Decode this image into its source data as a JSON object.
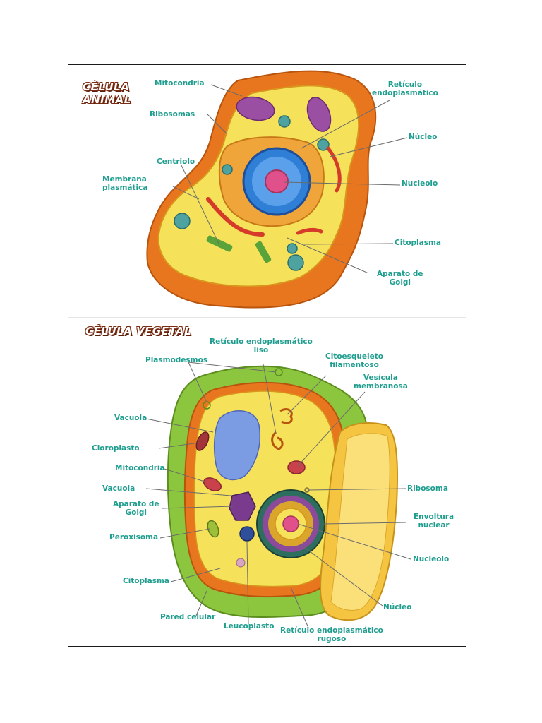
{
  "animal": {
    "title_line1": "CÉLULA",
    "title_line2": "ANIMAL",
    "labels": {
      "mitocondria": "Mitocondria",
      "ribosomas": "Ribosomas",
      "centriolo": "Centriolo",
      "membrana_l1": "Membrana",
      "membrana_l2": "plasmática",
      "reticulo_l1": "Retículo",
      "reticulo_l2": "endoplasmático",
      "nucleo": "Núcleo",
      "nucleolo": "Nucleolo",
      "citoplasma": "Citoplasma",
      "golgi_l1": "Aparato de",
      "golgi_l2": "Golgi"
    }
  },
  "vegetal": {
    "title": "CÉLULA VEGETAL",
    "labels": {
      "rel_l1": "Retículo endoplasmático",
      "rel_l2": "liso",
      "plasmodesmos": "Plasmodesmos",
      "citoesqueleto_l1": "Citoesqueleto",
      "citoesqueleto_l2": "filamentoso",
      "vesicula_l1": "Vesícula",
      "vesicula_l2": "membranosa",
      "vacuola1": "Vacuola",
      "cloroplasto": "Cloroplasto",
      "mitocondria": "Mitocondria",
      "vacuola2": "Vacuola",
      "golgi_l1": "Aparato de",
      "golgi_l2": "Golgi",
      "ribosoma": "Ribosoma",
      "envoltura_l1": "Envoltura",
      "envoltura_l2": "nuclear",
      "peroxisoma": "Peroxisoma",
      "nucleolo": "Nucleolo",
      "citoplasma": "Citoplasma",
      "nucleo": "Núcleo",
      "pared": "Pared celular",
      "leucoplasto": "Leucoplasto",
      "rer_l1": "Retículo endoplasmático",
      "rer_l2": "rugoso"
    }
  },
  "colors": {
    "label_text": "#1f9e8f",
    "membrane_orange": "#e8761f",
    "cytoplasm_yellow": "#f5e25a",
    "cell_wall_green": "#8cc63f",
    "nucleus_blue": "#2f7fd6",
    "nucleolus_pink": "#e0518b",
    "mitochondria_purple": "#9b4fa3"
  }
}
